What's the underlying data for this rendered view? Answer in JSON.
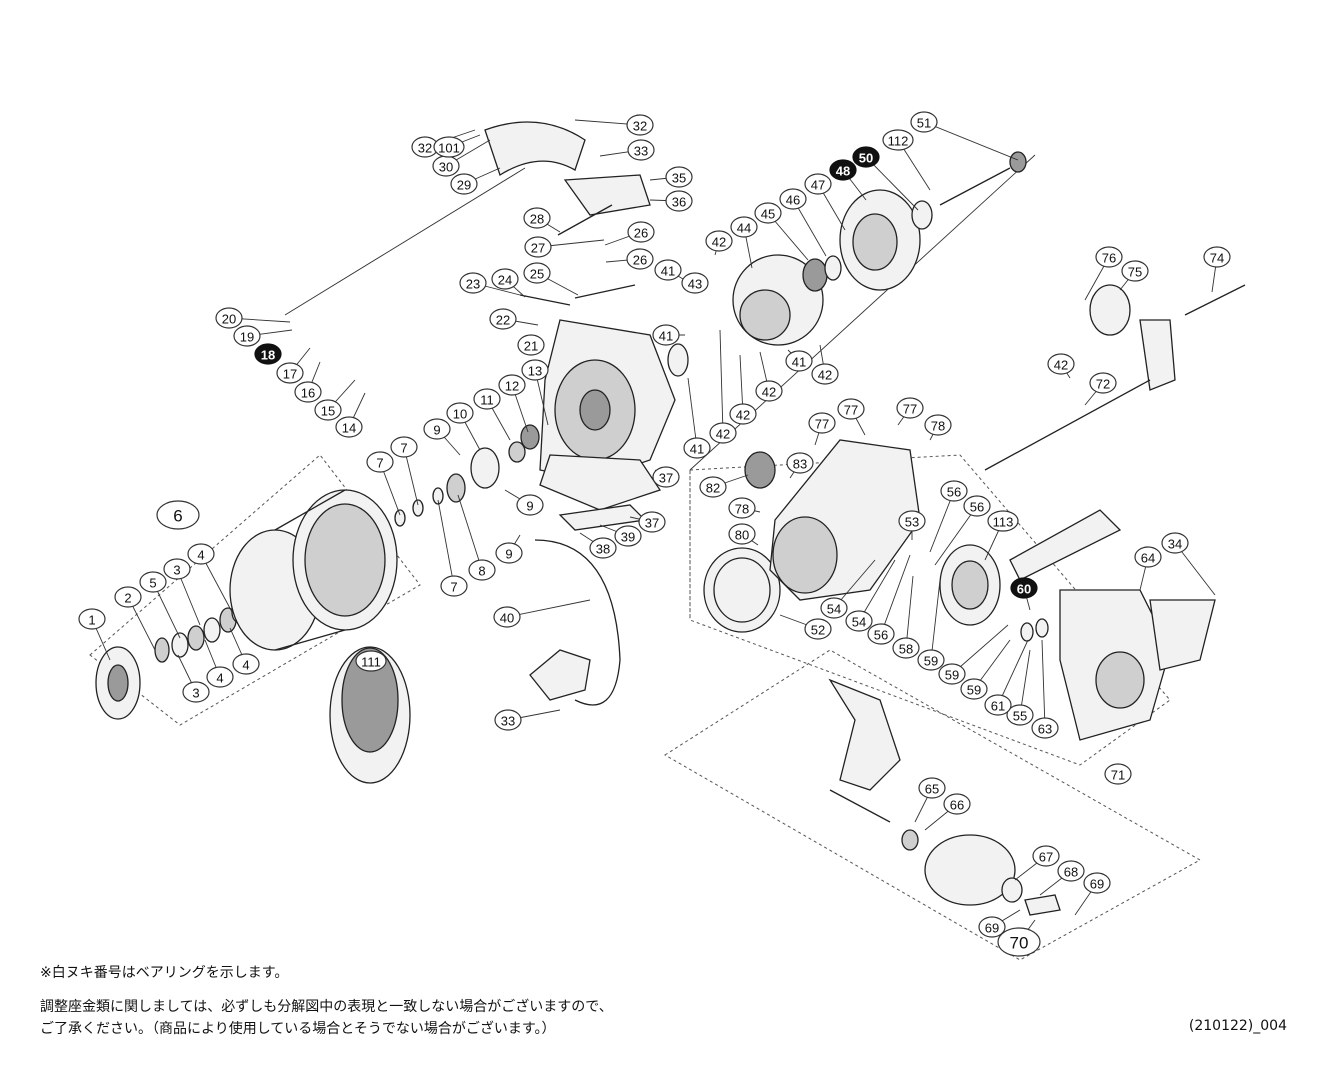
{
  "notes": {
    "bearing_note": "※白ヌキ番号はベアリングを示します。",
    "adjust_note_line1": "調整座金類に関しましては、必ずしも分解図中の表現と一致しない場合がございますので、",
    "adjust_note_line2": "ご了承ください。（商品により使用している場合とそうでない場合がございます。）",
    "reference_code": "(210122)_004"
  },
  "groups": [
    "6",
    "70"
  ],
  "callouts": [
    "1",
    "2",
    "3",
    "3",
    "4",
    "4",
    "4",
    "5",
    "6",
    "7",
    "7",
    "7",
    "8",
    "9",
    "9",
    "9",
    "10",
    "11",
    "12",
    "13",
    "14",
    "15",
    "16",
    "17",
    "18",
    "19",
    "20",
    "21",
    "22",
    "23",
    "24",
    "25",
    "26",
    "26",
    "27",
    "28",
    "29",
    "30",
    "32",
    "32",
    "33",
    "33",
    "34",
    "35",
    "36",
    "37",
    "37",
    "38",
    "39",
    "40",
    "41",
    "41",
    "41",
    "41",
    "42",
    "42",
    "42",
    "42",
    "42",
    "42",
    "43",
    "44",
    "45",
    "46",
    "47",
    "48",
    "50",
    "51",
    "52",
    "53",
    "54",
    "54",
    "55",
    "56",
    "56",
    "56",
    "58",
    "59",
    "59",
    "59",
    "60",
    "61",
    "63",
    "64",
    "65",
    "66",
    "67",
    "68",
    "69",
    "69",
    "70",
    "71",
    "72",
    "74",
    "75",
    "76",
    "77",
    "77",
    "77",
    "78",
    "78",
    "80",
    "82",
    "83",
    "101",
    "111",
    "112",
    "113"
  ],
  "bearing_numbers": [
    "18",
    "48",
    "50",
    "60"
  ]
}
